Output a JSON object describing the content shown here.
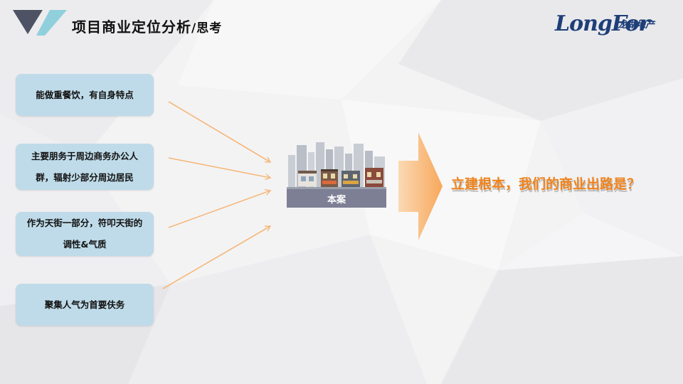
{
  "header": {
    "title": "项目商业定位分析",
    "title_suffix": "/思考",
    "logo_text": "LongFor",
    "logo_cn": "龙湖地产"
  },
  "boxes": [
    {
      "label": "能做重餐饮，有自身特点"
    },
    {
      "label": "主要朋务于周边商务办公人群，辐射少部分周边居民"
    },
    {
      "label": "作为天街一部分，符叩天街的调性&气质"
    },
    {
      "label": "聚集人气为首要伕务"
    }
  ],
  "center": {
    "label": "本案"
  },
  "conclusion": {
    "text": "立建根本，我们的商业出路是？"
  },
  "colors": {
    "box_bg": "#bfdbe9",
    "arrow": "#f5b87a",
    "big_arrow": "#f7a85b",
    "label_bg": "#7d7f95",
    "question": "#f0841e",
    "logo": "#1e3f78",
    "deco_dark": "#4d5364",
    "deco_light": "#8fd0dc"
  },
  "icons": {
    "city": "city-skyline-icon",
    "logo": "longfor-logo"
  }
}
